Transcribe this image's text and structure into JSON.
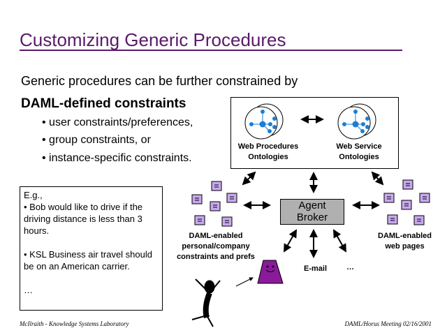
{
  "slide": {
    "title": "Customizing Generic Procedures",
    "intro": "Generic procedures can be further constrained by",
    "intro_bold": "DAML-defined constraints",
    "bullets": [
      "• user constraints/preferences,",
      "• group constraints, or",
      "• instance-specific constraints."
    ],
    "example": {
      "lines": [
        "E.g.,",
        "• Bob would like to drive if the driving distance is less than 3 hours.",
        "• KSL Business air travel should be on an American carrier.",
        "…"
      ]
    },
    "diagram": {
      "web_procedures": [
        "Web Procedures",
        "Ontologies"
      ],
      "web_service": [
        "Web Service",
        "Ontologies"
      ],
      "broker": [
        "Agent",
        "Broker"
      ],
      "personal": [
        "DAML-enabled",
        "personal/company",
        "constraints and prefs"
      ],
      "webpages": [
        "DAML-enabled",
        "web pages"
      ],
      "email": "E-mail",
      "more": "…",
      "colors": {
        "node": "#1a7fd4",
        "page": "#c8a8f0",
        "agent": "#8a1a9a",
        "broker": "#b0b0b0"
      }
    },
    "footer": {
      "left": "McIlraith - Knowledge Systems Laboratory",
      "right": "DAML/Horus Meeting 02/16/2001"
    }
  }
}
